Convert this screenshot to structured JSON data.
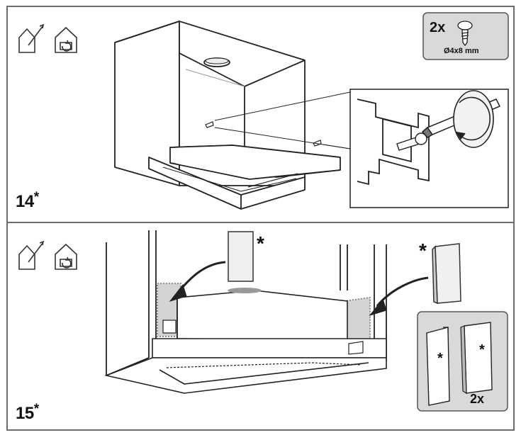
{
  "step14": {
    "number": "14",
    "star": "*"
  },
  "step15": {
    "number": "15",
    "star": "*"
  },
  "screw_box": {
    "quantity": "2x",
    "size": "Ø4x8 mm"
  },
  "marks": {
    "asterisk": "*"
  },
  "parts_box": {
    "quantity": "2x"
  },
  "icons": [
    "house-exterior-icon",
    "house-rotate-icon"
  ],
  "colors": {
    "frame": "#6d6d6d",
    "screw_box_bg": "#d9d9d9",
    "panel_fill": "#f0f0f0",
    "panel_shade": "#d4d4d4"
  }
}
